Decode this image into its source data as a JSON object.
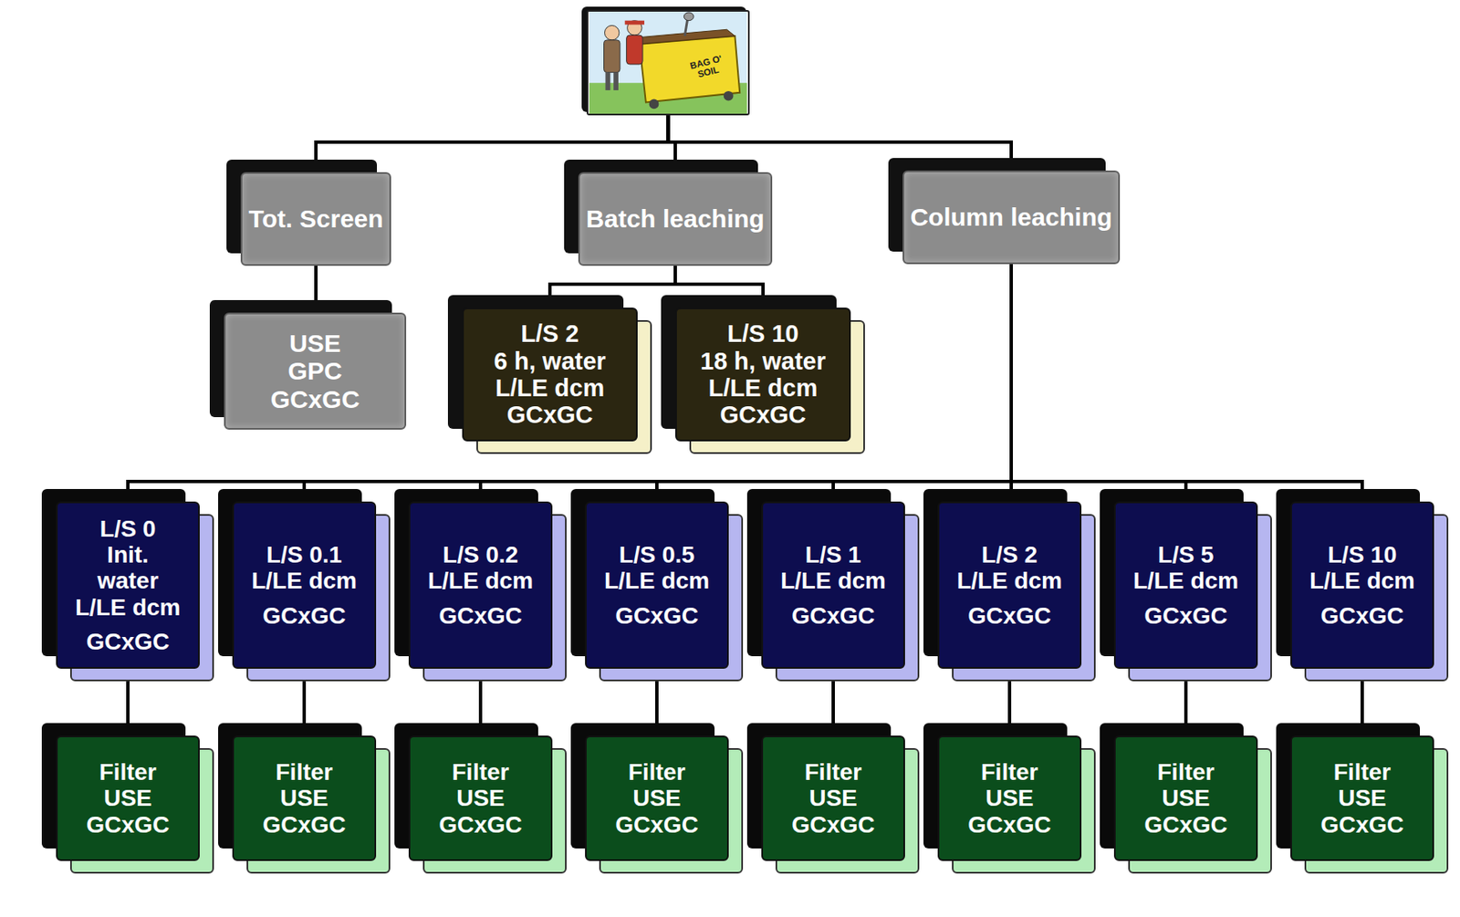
{
  "diagram": {
    "nodes": [
      {
        "text": [
          "BAG O' SOIL"
        ]
      },
      {
        "text": [
          "Tot. Screen"
        ]
      },
      {
        "text": [
          "Batch leaching"
        ]
      },
      {
        "text": [
          "Column leaching"
        ]
      },
      {
        "text": [
          "USE",
          "GPC",
          "GCxGC"
        ]
      },
      {
        "text": [
          "L/S 2",
          "6 h, water",
          "L/LE dcm",
          "GCxGC"
        ]
      },
      {
        "text": [
          "L/S 10",
          "18 h, water",
          "L/LE dcm",
          "GCxGC"
        ]
      },
      {
        "text": [
          "L/S 0",
          "Init.",
          "water",
          "L/LE dcm",
          "GCxGC"
        ]
      },
      {
        "text": [
          "L/S 0.1",
          "L/LE dcm",
          "GCxGC"
        ]
      },
      {
        "text": [
          "L/S 0.2",
          "L/LE dcm",
          "GCxGC"
        ]
      },
      {
        "text": [
          "L/S 0.5",
          "L/LE dcm",
          "GCxGC"
        ]
      },
      {
        "text": [
          "L/S 1",
          "L/LE dcm",
          "GCxGC"
        ]
      },
      {
        "text": [
          "L/S 2",
          "L/LE dcm",
          "GCxGC"
        ]
      },
      {
        "text": [
          "L/S 5",
          "L/LE dcm",
          "GCxGC"
        ]
      },
      {
        "text": [
          "L/S 10",
          "L/LE dcm",
          "GCxGC"
        ]
      },
      {
        "text": [
          "Filter",
          "USE",
          "GCxGC"
        ]
      },
      {
        "text": [
          "Filter",
          "USE",
          "GCxGC"
        ]
      },
      {
        "text": [
          "Filter",
          "USE",
          "GCxGC"
        ]
      },
      {
        "text": [
          "Filter",
          "USE",
          "GCxGC"
        ]
      },
      {
        "text": [
          "Filter",
          "USE",
          "GCxGC"
        ]
      },
      {
        "text": [
          "Filter",
          "USE",
          "GCxGC"
        ]
      },
      {
        "text": [
          "Filter",
          "USE",
          "GCxGC"
        ]
      },
      {
        "text": [
          "Filter",
          "USE",
          "GCxGC"
        ]
      }
    ],
    "edges": [
      {
        "from": 0,
        "to": 1,
        "arrow": "none"
      },
      {
        "from": 0,
        "to": 2,
        "arrow": "none"
      },
      {
        "from": 0,
        "to": 3,
        "arrow": "none"
      },
      {
        "from": 1,
        "to": 4,
        "arrow": "none"
      },
      {
        "from": 2,
        "to": 5,
        "arrow": "none"
      },
      {
        "from": 2,
        "to": 6,
        "arrow": "none"
      },
      {
        "from": 3,
        "to": 7,
        "arrow": "none"
      },
      {
        "from": 3,
        "to": 8,
        "arrow": "none"
      },
      {
        "from": 3,
        "to": 9,
        "arrow": "none"
      },
      {
        "from": 3,
        "to": 10,
        "arrow": "none"
      },
      {
        "from": 3,
        "to": 11,
        "arrow": "none"
      },
      {
        "from": 3,
        "to": 12,
        "arrow": "none"
      },
      {
        "from": 3,
        "to": 13,
        "arrow": "none"
      },
      {
        "from": 3,
        "to": 14,
        "arrow": "none"
      },
      {
        "from": 7,
        "to": 15,
        "arrow": "none"
      },
      {
        "from": 8,
        "to": 16,
        "arrow": "none"
      },
      {
        "from": 9,
        "to": 17,
        "arrow": "none"
      },
      {
        "from": 10,
        "to": 18,
        "arrow": "none"
      },
      {
        "from": 11,
        "to": 19,
        "arrow": "none"
      },
      {
        "from": 12,
        "to": 20,
        "arrow": "none"
      },
      {
        "from": 13,
        "to": 21,
        "arrow": "none"
      },
      {
        "from": 14,
        "to": 22,
        "arrow": "none"
      }
    ]
  }
}
